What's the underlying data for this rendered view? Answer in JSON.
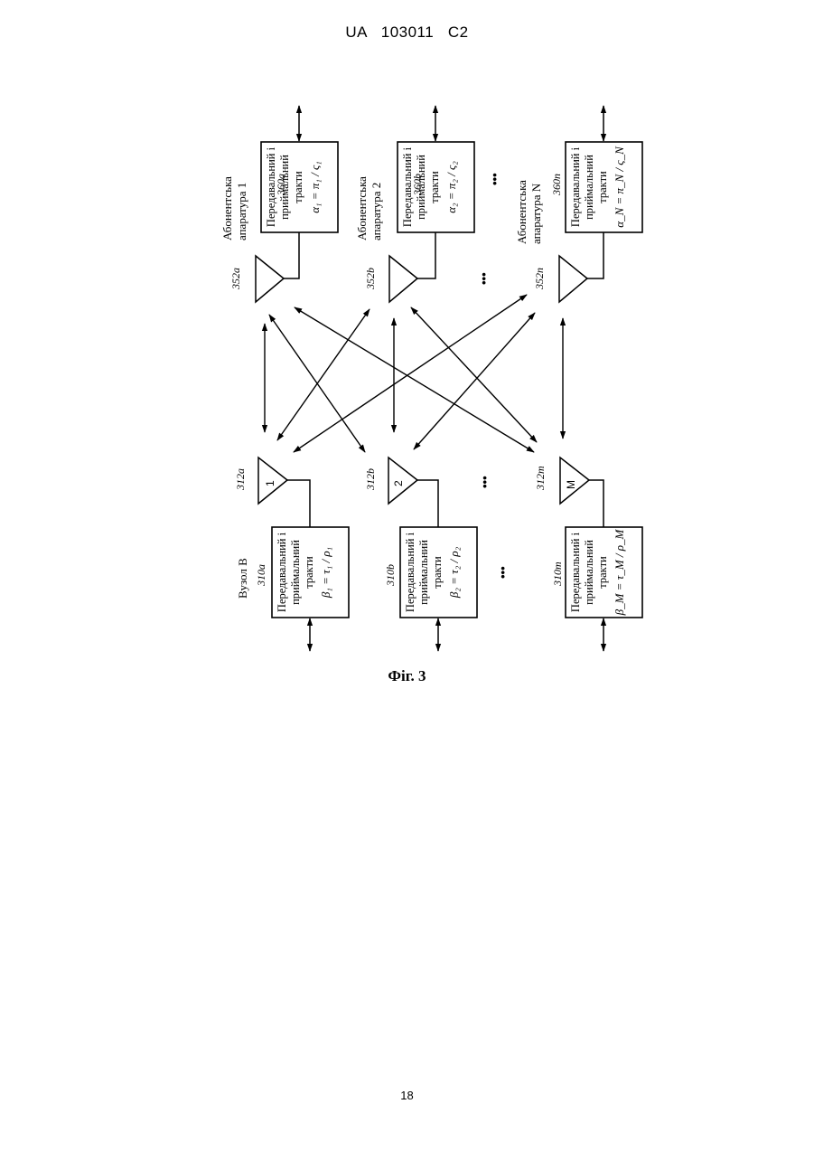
{
  "document": {
    "header": "UA   103011   C2",
    "page_number": "18",
    "figure_caption": "Фіг. 3"
  },
  "diagram": {
    "nodes_label": "Вузол  В",
    "terminal_units": [
      {
        "label": "Абонентська апаратура 1",
        "line1": "Абонентська",
        "line2": "апаратура 1",
        "block_ref": "360a",
        "antenna_ref": "352a",
        "block_line1": "Передавальний і",
        "block_line2": "приймальний",
        "block_line3": "тракти",
        "formula": "α₁ = π₁ / ς₁"
      },
      {
        "label": "Абонентська апаратура 2",
        "line1": "Абонентська",
        "line2": "апаратура  2",
        "block_ref": "360b",
        "antenna_ref": "352b",
        "block_line1": "Передавальний і",
        "block_line2": "приймальний",
        "block_line3": "тракти",
        "formula": "α₂ = π₂ / ς₂"
      },
      {
        "label": "Абонентська апаратура N",
        "line1": "Абонентська",
        "line2": "апаратура N",
        "block_ref": "360n",
        "antenna_ref": "352n",
        "block_line1": "Передавальний і",
        "block_line2": "приймальний",
        "block_line3": "тракти",
        "formula": "α_N = π_N / ς_N"
      }
    ],
    "access_points": [
      {
        "block_ref": "310a",
        "antenna_ref": "312a",
        "antenna_label": "1",
        "block_line1": "Передавальний і",
        "block_line2": "приймальний",
        "block_line3": "тракти",
        "formula": "β₁ = τ₁ / ρ₁"
      },
      {
        "block_ref": "310b",
        "antenna_ref": "312b",
        "antenna_label": "2",
        "block_line1": "Передавальний і",
        "block_line2": "приймальний",
        "block_line3": "тракти",
        "formula": "β₂ = τ₂ / ρ₂"
      },
      {
        "block_ref": "310m",
        "antenna_ref": "312m",
        "antenna_label": "M",
        "block_line1": "Передавальний і",
        "block_line2": "приймальний",
        "block_line3": "тракти",
        "formula": "β_M = τ_M / ρ_M"
      }
    ],
    "ellipsis": "•••"
  }
}
